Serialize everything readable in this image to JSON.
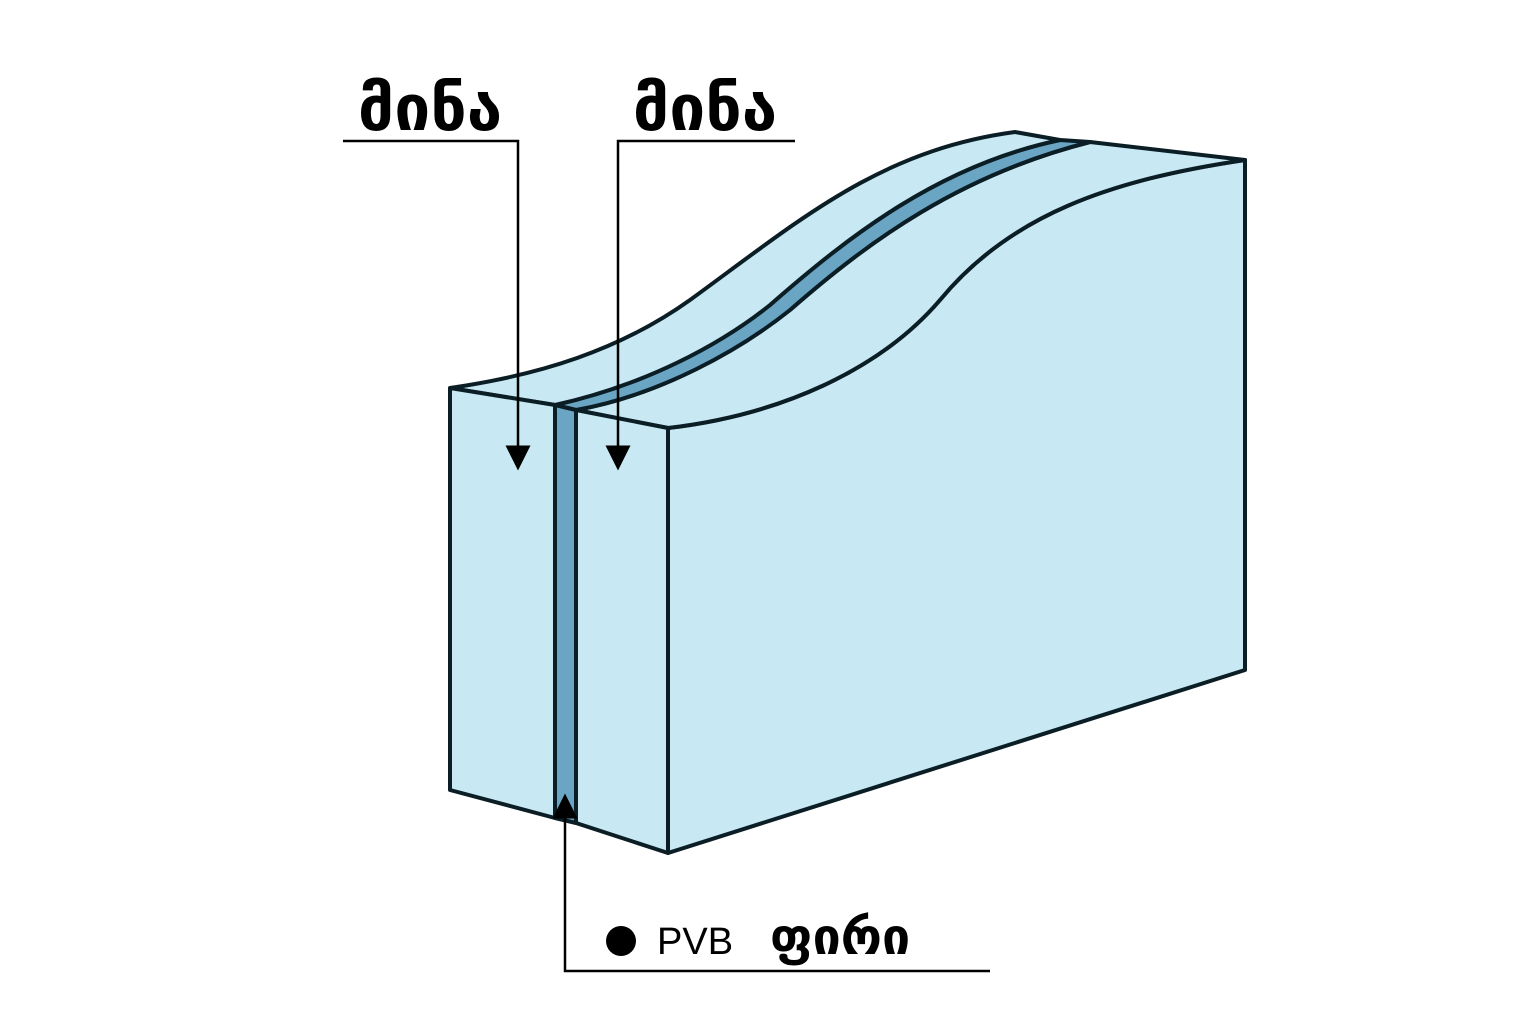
{
  "labels": {
    "glass_left": "მინა",
    "glass_right": "მინა",
    "pvb_prefix": "PVB",
    "pvb_word": "ფირი"
  },
  "colors": {
    "glass": "#c8e9f3",
    "pvb_film": "#6aa5c4",
    "outline": "#0b1e26",
    "text": "#000000",
    "background": "#ffffff"
  },
  "icons": {
    "bullet": "bullet-dot-icon",
    "arrow": "arrow-down-icon"
  }
}
